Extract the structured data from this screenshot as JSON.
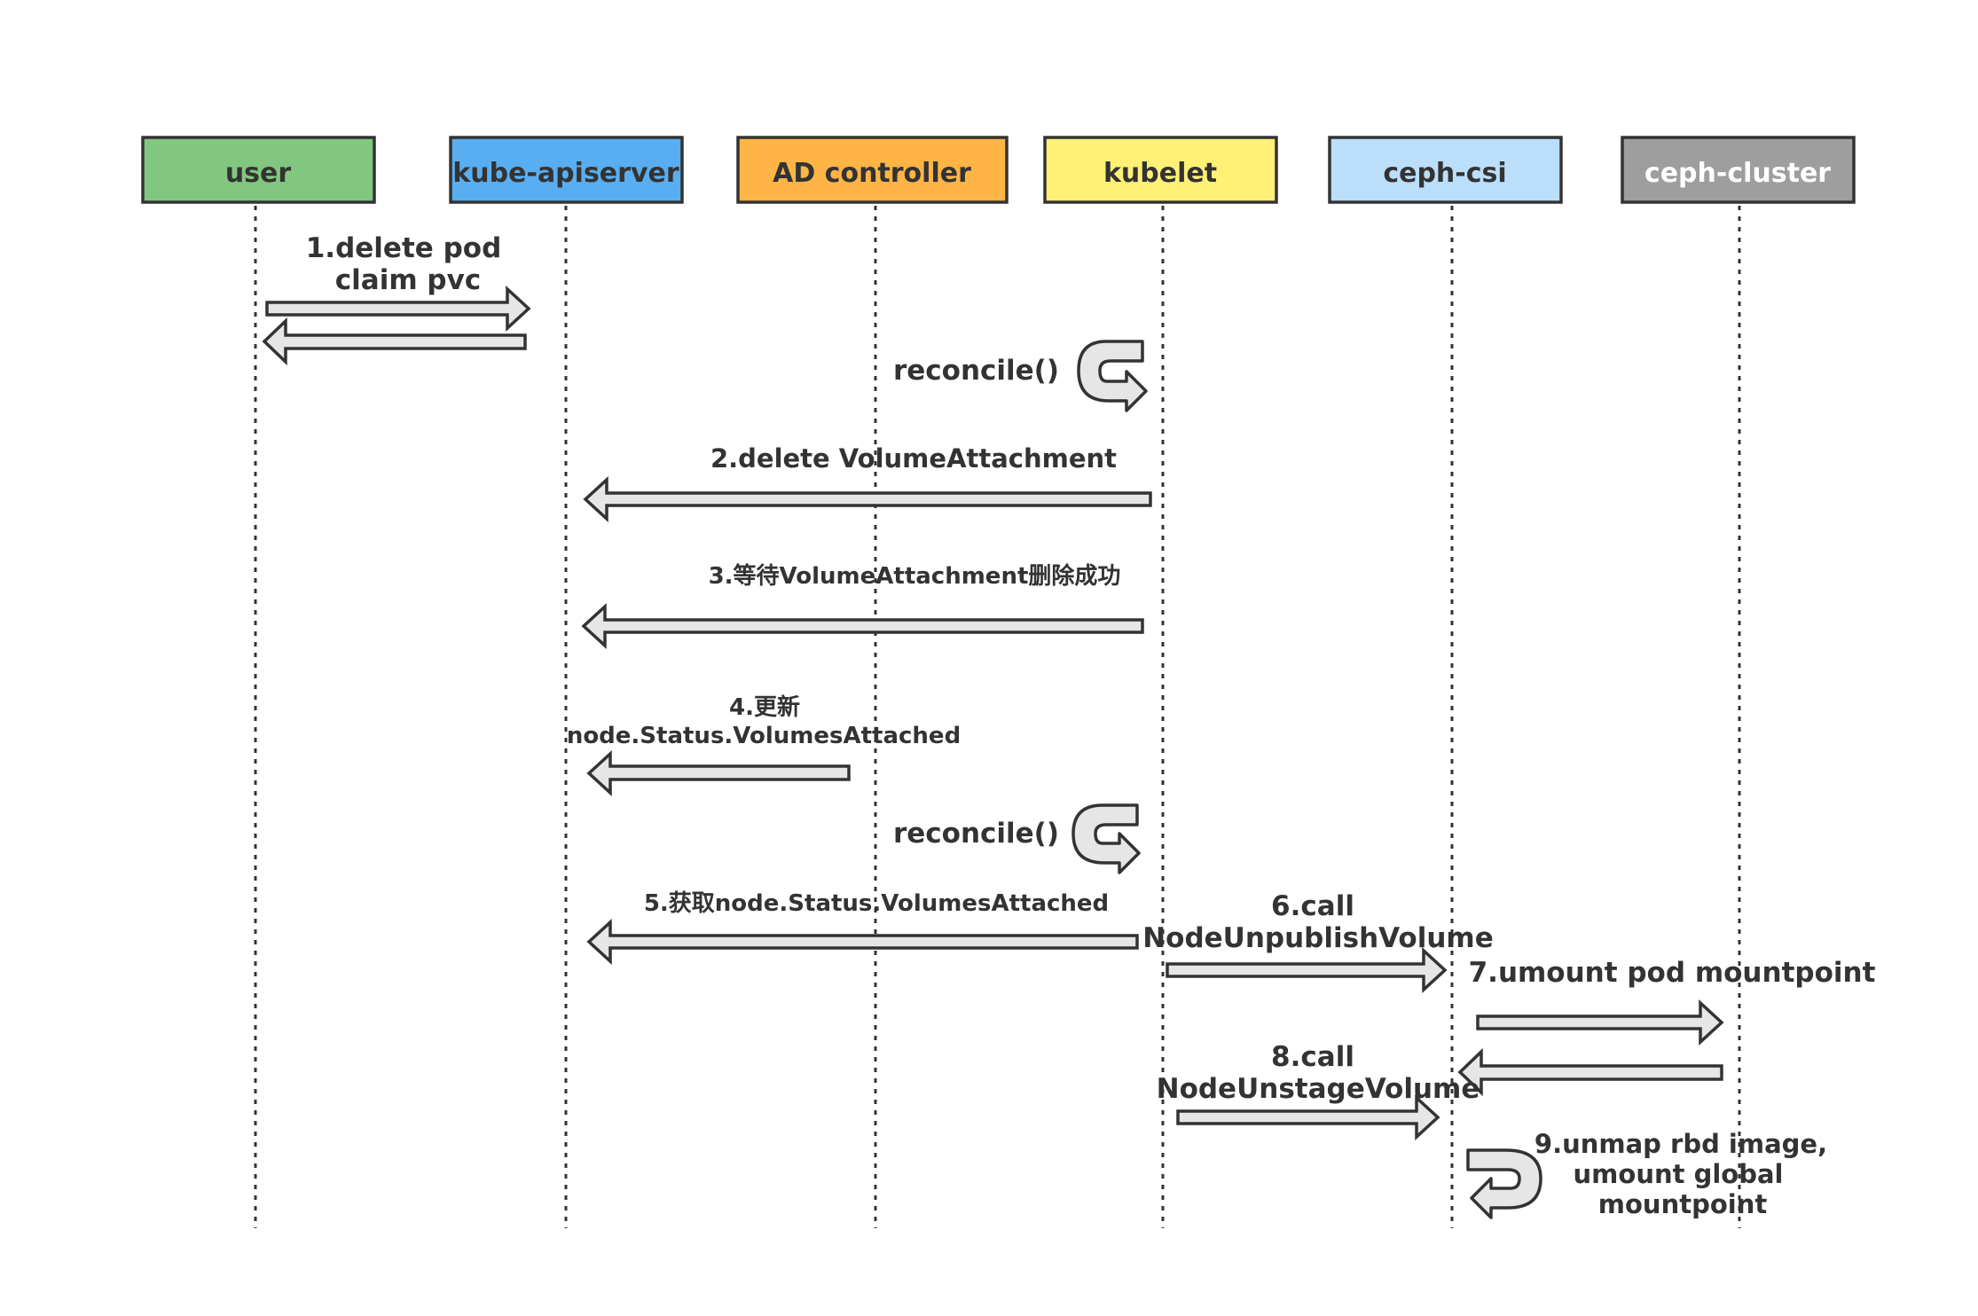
{
  "actors": [
    {
      "id": "user",
      "label": "user",
      "color": "#82c77f",
      "text_color": "#333333"
    },
    {
      "id": "apiserver",
      "label": "kube-apiserver",
      "color": "#58aef0",
      "text_color": "#333333"
    },
    {
      "id": "ad",
      "label": "AD controller",
      "color": "#ffb446",
      "text_color": "#333333"
    },
    {
      "id": "kubelet",
      "label": "kubelet",
      "color": "#fff176",
      "text_color": "#333333"
    },
    {
      "id": "csi",
      "label": "ceph-csi",
      "color": "#bbdefb",
      "text_color": "#333333"
    },
    {
      "id": "cluster",
      "label": "ceph-cluster",
      "color": "#9e9e9e",
      "text_color": "#ffffff"
    }
  ],
  "messages": {
    "m1": {
      "lines": [
        "1.delete pod",
        "claim pvc"
      ],
      "from": "user",
      "to": "kube-apiserver"
    },
    "m1_return": {
      "from": "kube-apiserver",
      "to": "user"
    },
    "r1": {
      "label": "reconcile()",
      "actor": "kubelet"
    },
    "m2": {
      "label": "2.delete VolumeAttachment",
      "from": "kubelet",
      "to": "kube-apiserver"
    },
    "m3": {
      "label": "3.等待VolumeAttachment删除成功",
      "from": "kubelet",
      "to": "kube-apiserver"
    },
    "m4": {
      "lines": [
        "4.更新",
        "node.Status.VolumesAttached"
      ],
      "from": "AD controller",
      "to": "kube-apiserver"
    },
    "r2": {
      "label": "reconcile()",
      "actor": "kubelet"
    },
    "m5": {
      "label": "5.获取node.Status.VolumesAttached",
      "from": "kubelet",
      "to": "kube-apiserver"
    },
    "m6": {
      "lines": [
        "6.call",
        "NodeUnpublishVolume"
      ],
      "from": "kubelet",
      "to": "ceph-csi"
    },
    "m7": {
      "label": "7.umount pod mountpoint",
      "from": "ceph-csi",
      "to": "ceph-cluster"
    },
    "m7_return": {
      "from": "ceph-cluster",
      "to": "ceph-csi"
    },
    "m8": {
      "lines": [
        "8.call",
        "NodeUnstageVolume"
      ],
      "from": "kubelet",
      "to": "ceph-csi"
    },
    "m9": {
      "lines": [
        "9.unmap rbd image,",
        "umount  global",
        "mountpoint"
      ],
      "actor": "ceph-csi"
    }
  }
}
